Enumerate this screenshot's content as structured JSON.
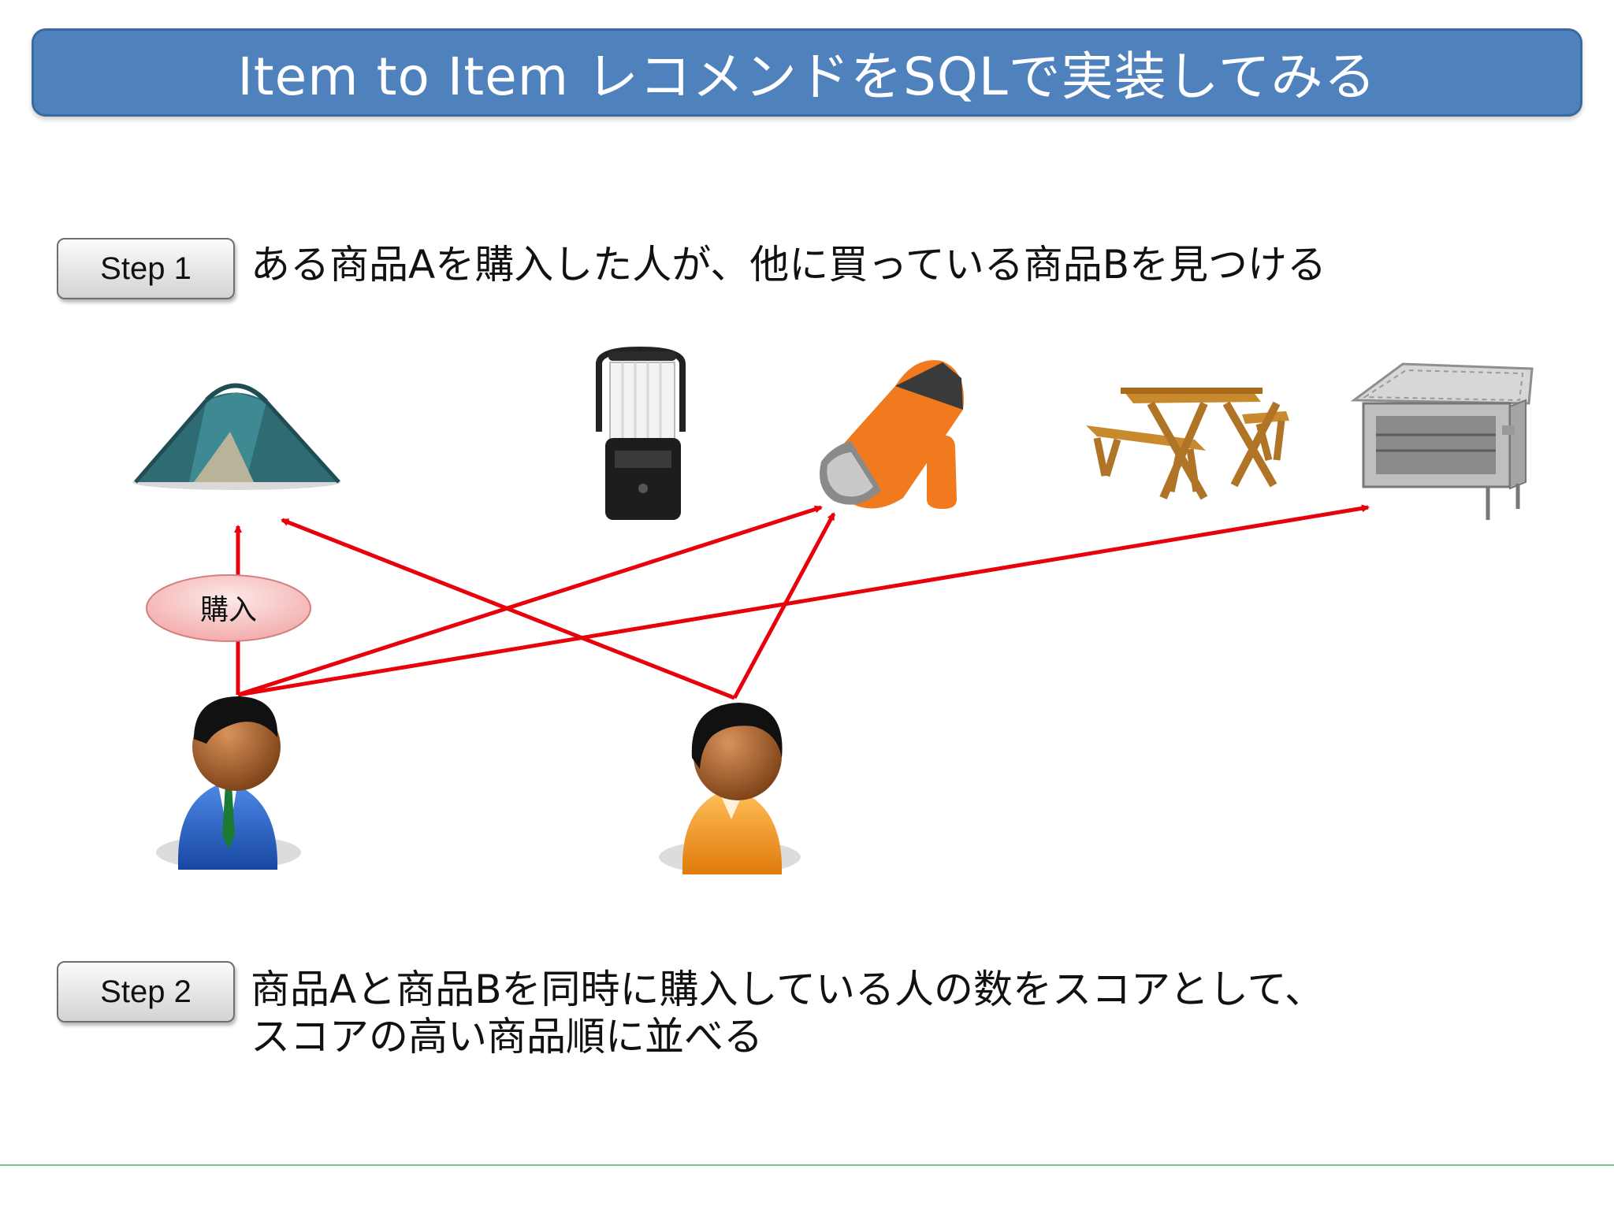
{
  "title": "Item to Item レコメンドをSQLで実装してみる",
  "step1": {
    "label": "Step 1",
    "text": "ある商品Aを購入した人が、他に買っている商品Bを見つける"
  },
  "purchase_label": "購入",
  "step2": {
    "label": "Step 2",
    "text_line1": "商品Aと商品Bを同時に購入している人の数をスコアとして、",
    "text_line2": "スコアの高い商品順に並べる"
  },
  "products": [
    "tent-icon",
    "lantern-icon",
    "sleeping-bag-icon",
    "picnic-table-icon",
    "bbq-grill-icon"
  ],
  "people": [
    "male-customer-icon",
    "female-customer-icon"
  ],
  "colors": {
    "title_bg": "#4f81bd",
    "arrow": "#e8000b",
    "purchase_bubble": "#f8c6c6",
    "man_suit": "#1f5fbf",
    "woman_top": "#f39a1e"
  }
}
